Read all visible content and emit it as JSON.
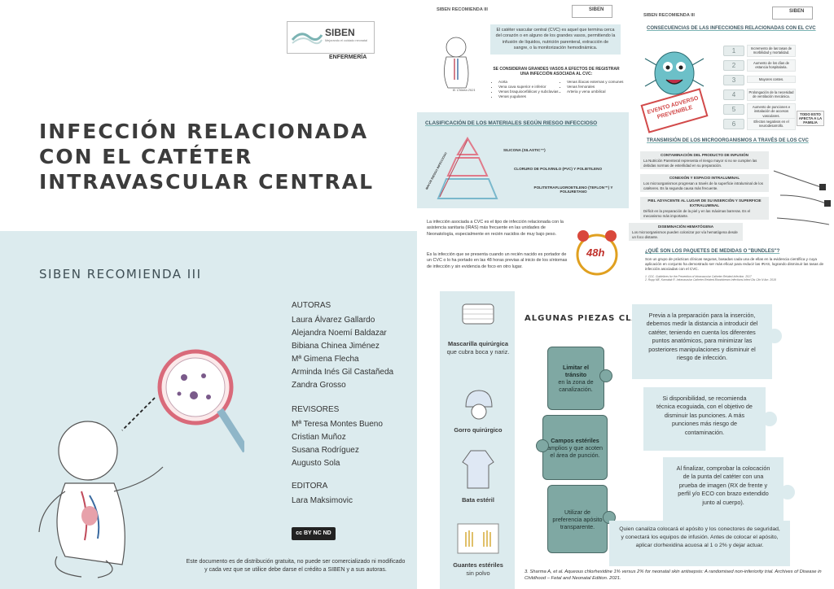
{
  "cover": {
    "logo": {
      "brand": "SIBEN",
      "sub": "Mejorando el cuidado neonatal",
      "dept": "ENFERMERÍA"
    },
    "title_lines": [
      "INFECCIÓN RELACIONADA",
      "CON EL CATÉTER",
      "INTRAVASCULAR CENTRAL"
    ],
    "series": "SIBEN RECOMIENDA III",
    "authors_label": "AUTORAS",
    "authors": [
      "Laura Álvarez Gallardo",
      "Alejandra Noemí Baldazar",
      "Bibiana Chinea Jiménez",
      "Mª Gimena Flecha",
      "Arminda Inés Gil Castañeda",
      "Zandra Grosso"
    ],
    "reviewers_label": "REVISORES",
    "reviewers": [
      "Mª Teresa Montes Bueno",
      "Cristian Muñoz",
      "Susana Rodríguez",
      "Augusto Sola"
    ],
    "editor_label": "EDITORA",
    "editor": "Lara Maksimovic",
    "license_badge": "cc BY NC ND",
    "disclaimer": "Este documento es de distribución gratuita, no puede ser comercializado ni modificado y cada vez que se utilice debe darse el crédito a SIBEN y a sus autoras."
  },
  "page2": {
    "header": "SIBEN RECOMIENDA III",
    "logo": "SIBEN",
    "intro": "El catéter vascular central (CVC) es aquel que termina cerca del corazón o en alguno de los grandes vasos, permitiendo la infusión de líquidos, nutrición parenteral, extracción de sangre, o la monitorización hemodinámica.",
    "vessels_title": "SE CONSIDERAN GRANDES VASOS A EFECTOS DE REGISTRAR UNA INFECCIÓN ASOCIADA AL CVC:",
    "vessels_left": [
      "Aorta",
      "Vena cava superior e inferior",
      "Venas braquiocefálicas y subclavias",
      "Venas yugulares"
    ],
    "vessels_right": [
      "Venas ilíacas externas y comunes",
      "Venas femorales",
      "Arteria y vena umbilical"
    ],
    "classification_title": "CLASIFICACIÓN DE LOS MATERIALES SEGÚN RIESGO INFECCIOSO",
    "axis_label": "MAYOR RIESGO INFECCIOSO",
    "materials": [
      "SILICONA (SILASTIC™)",
      "CLORURO DE POLIVINILO (PVC) Y POLIETILENO",
      "POLITETRAFLUOROETILENO (TEFLON™) Y POLIURETANO"
    ],
    "para1": "La infección asociada a CVC es el tipo de infección relacionada con la asistencia sanitaria (IRAS) más frecuente en las unidades de Neonatología, especialmente en recién nacidos de muy bajo peso.",
    "para2": "Es la infección que se presenta cuando un recién nacido es portador de un CVC o lo ha portado en las 48 horas previas al inicio de los síntomas de infección y sin evidencia de foco en otro lugar.",
    "clock_label": "48h",
    "signature": "B. Chinea 2021"
  },
  "page3": {
    "header": "SIBEN RECOMIENDA III",
    "logo": "SIBEN",
    "consequences_title": "CONSECUENCIAS DE LAS INFECCIONES RELACIONADAS CON EL CVC",
    "consequences": [
      {
        "n": "1",
        "text": "Incremento de las tasas de morbilidad y mortalidad."
      },
      {
        "n": "2",
        "text": "Aumento de los días de estancia hospitalaria."
      },
      {
        "n": "3",
        "text": "Mayores costes."
      },
      {
        "n": "4",
        "text": "Prolongación de la necesidad de ventilación mecánica."
      },
      {
        "n": "5",
        "text": "Aumento de punciones e instalación de accesos vasculares."
      },
      {
        "n": "6",
        "text": "Efectos negativos en el neurodesarrollo."
      }
    ],
    "stamp": "EVENTO ADVERSO PREVENIBLE",
    "family_note": "TODO ESTO AFECTA A LA FAMILIA",
    "transmission_title": "TRANSMISIÓN DE LOS MICROORGANISMOS A TRAVÉS DE LOS CVC",
    "transmission": [
      {
        "title": "CONTAMINACIÓN DEL PRODUCTO DE INFUSIÓN",
        "text": "La Nutrición Parenteral representa el riesgo mayor si no se cumplen las debidas normas de esterilidad en su preparación."
      },
      {
        "title": "CONEXIÓN Y ESPACIO INTRALUMINAL",
        "text": "Los microorganismos progresan a través de la superficie intraluminal de los catéteres. Es la segunda causa más frecuente."
      },
      {
        "title": "PIEL ADYACENTE AL LUGAR DE SU INSERCIÓN Y SUPERFICIE EXTRALUMINAL",
        "text": "Déficit en la preparación de la piel y en las máximas barreras. Es el mecanismo más importante."
      },
      {
        "title": "DISEMINACIÓN HEMATÓGENA",
        "text": "Los microorganismos pueden colonizar por vía hematógena desde un foco distante."
      }
    ],
    "bundles_title": "¿QUÉ SON LOS PAQUETES DE MEDIDAS O \"BUNDLES\"?",
    "bundles_text": "Son un grupo de prácticas clínicas seguras, basadas cada una de ellas en la evidencia científica y cuya aplicación en conjunto ha demostrado ser más eficaz para reducir las IRAS, logrando disminuir las tasas de infección asociadas con el CVC.",
    "refs": [
      "1. CDC. Guidelines for the Prevention of Intravascular Catheter-Related Infection. 2017",
      "2. Rupp ME, Karnatak R. Intravascular Catheter-Related Bloodstream Infections.Infect Dis Clin N Am. 2018"
    ]
  },
  "page4": {
    "key_title": "ALGUNAS PIEZAS CLAVE",
    "items": [
      {
        "label": "Mascarilla quirúrgica",
        "sub": "que cubra boca y nariz."
      },
      {
        "label": "Gorro quirúrgico",
        "sub": ""
      },
      {
        "label": "Bata estéril",
        "sub": ""
      },
      {
        "label": "Guantes estériles",
        "sub": "sin polvo"
      }
    ],
    "puzzle": [
      {
        "bold": "Limitar el tránsito",
        "text": "en la zona de canalización."
      },
      {
        "bold": "Campos estériles",
        "text": "amplios y que acoten el área de punción."
      },
      {
        "bold": "",
        "text": "Utilizar de preferencia apósito transparente."
      }
    ],
    "boxes": [
      "Previa a la preparación para la inserción, debemos medir la distancia a introducir del catéter, teniendo en cuenta los diferentes puntos anatómicos, para minimizar las posteriores manipulaciones y disminuir el riesgo de infección.",
      "Si disponibilidad, se recomienda técnica ecoguiada, con el objetivo de disminuir las punciones. A más punciones más riesgo de contaminación.",
      "Al finalizar, comprobar la colocación de la punta del catéter con una prueba de imagen (RX de frente y perfil y/o ECO con brazo extendido junto al cuerpo).",
      "Quien canaliza colocará el apósito y los conectores de seguridad, y conectará los equipos de infusión. Antes de colocar el apósito, aplicar clorhexidina acuosa al 1 o 2% y dejar actuar."
    ],
    "reference": "3. Sharma A, et al. Aqueous chlorhexidine 1% versus 2% for neonatal skin antisepsis: A randomised non-inferiority trial. Archives of Disease in Childhood – Fetal and Neonatal Edition. 2021."
  }
}
